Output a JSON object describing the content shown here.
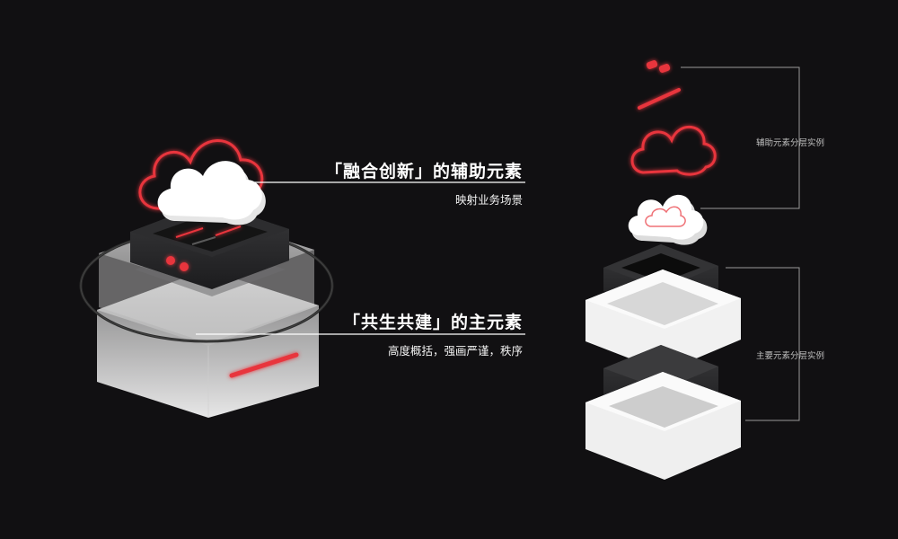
{
  "callouts": {
    "auxiliary_title": "「融合创新」的辅助元素",
    "auxiliary_subtitle": "映射业务场景",
    "main_title": "「共生共建」的主元素",
    "main_subtitle": "高度概括，强画严谨，秩序"
  },
  "layers": {
    "auxiliary_label": "辅助元素分层实例",
    "main_label": "主要元素分层实例"
  },
  "colors": {
    "background": "#111012",
    "accent_red": "#e8343c",
    "white": "#ffffff",
    "dark_block": "#2a2a2c"
  }
}
